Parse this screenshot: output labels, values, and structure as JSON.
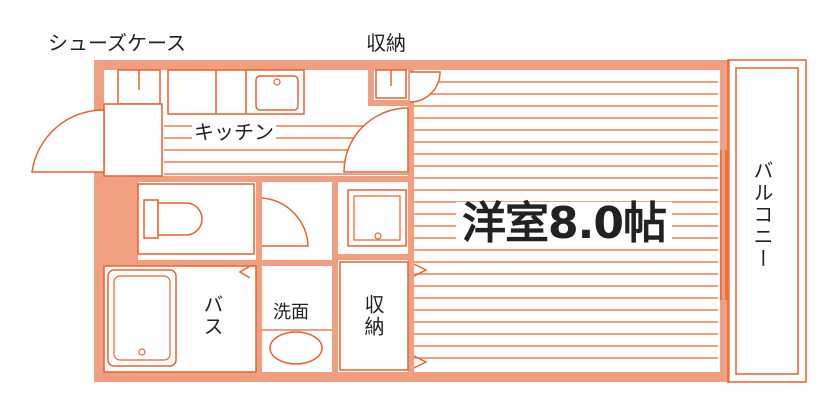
{
  "labels": {
    "shoe_case": "シューズケース",
    "storage_top": "収納",
    "kitchen": "キッチン",
    "western_room": "洋室8.0帖",
    "balcony": "バルコニー",
    "bath": "バス",
    "washroom": "洗面",
    "storage_bottom": "収納"
  },
  "colors": {
    "wall": "#f0a080",
    "line": "#e8632f",
    "text": "#222222",
    "background": "#ffffff"
  }
}
